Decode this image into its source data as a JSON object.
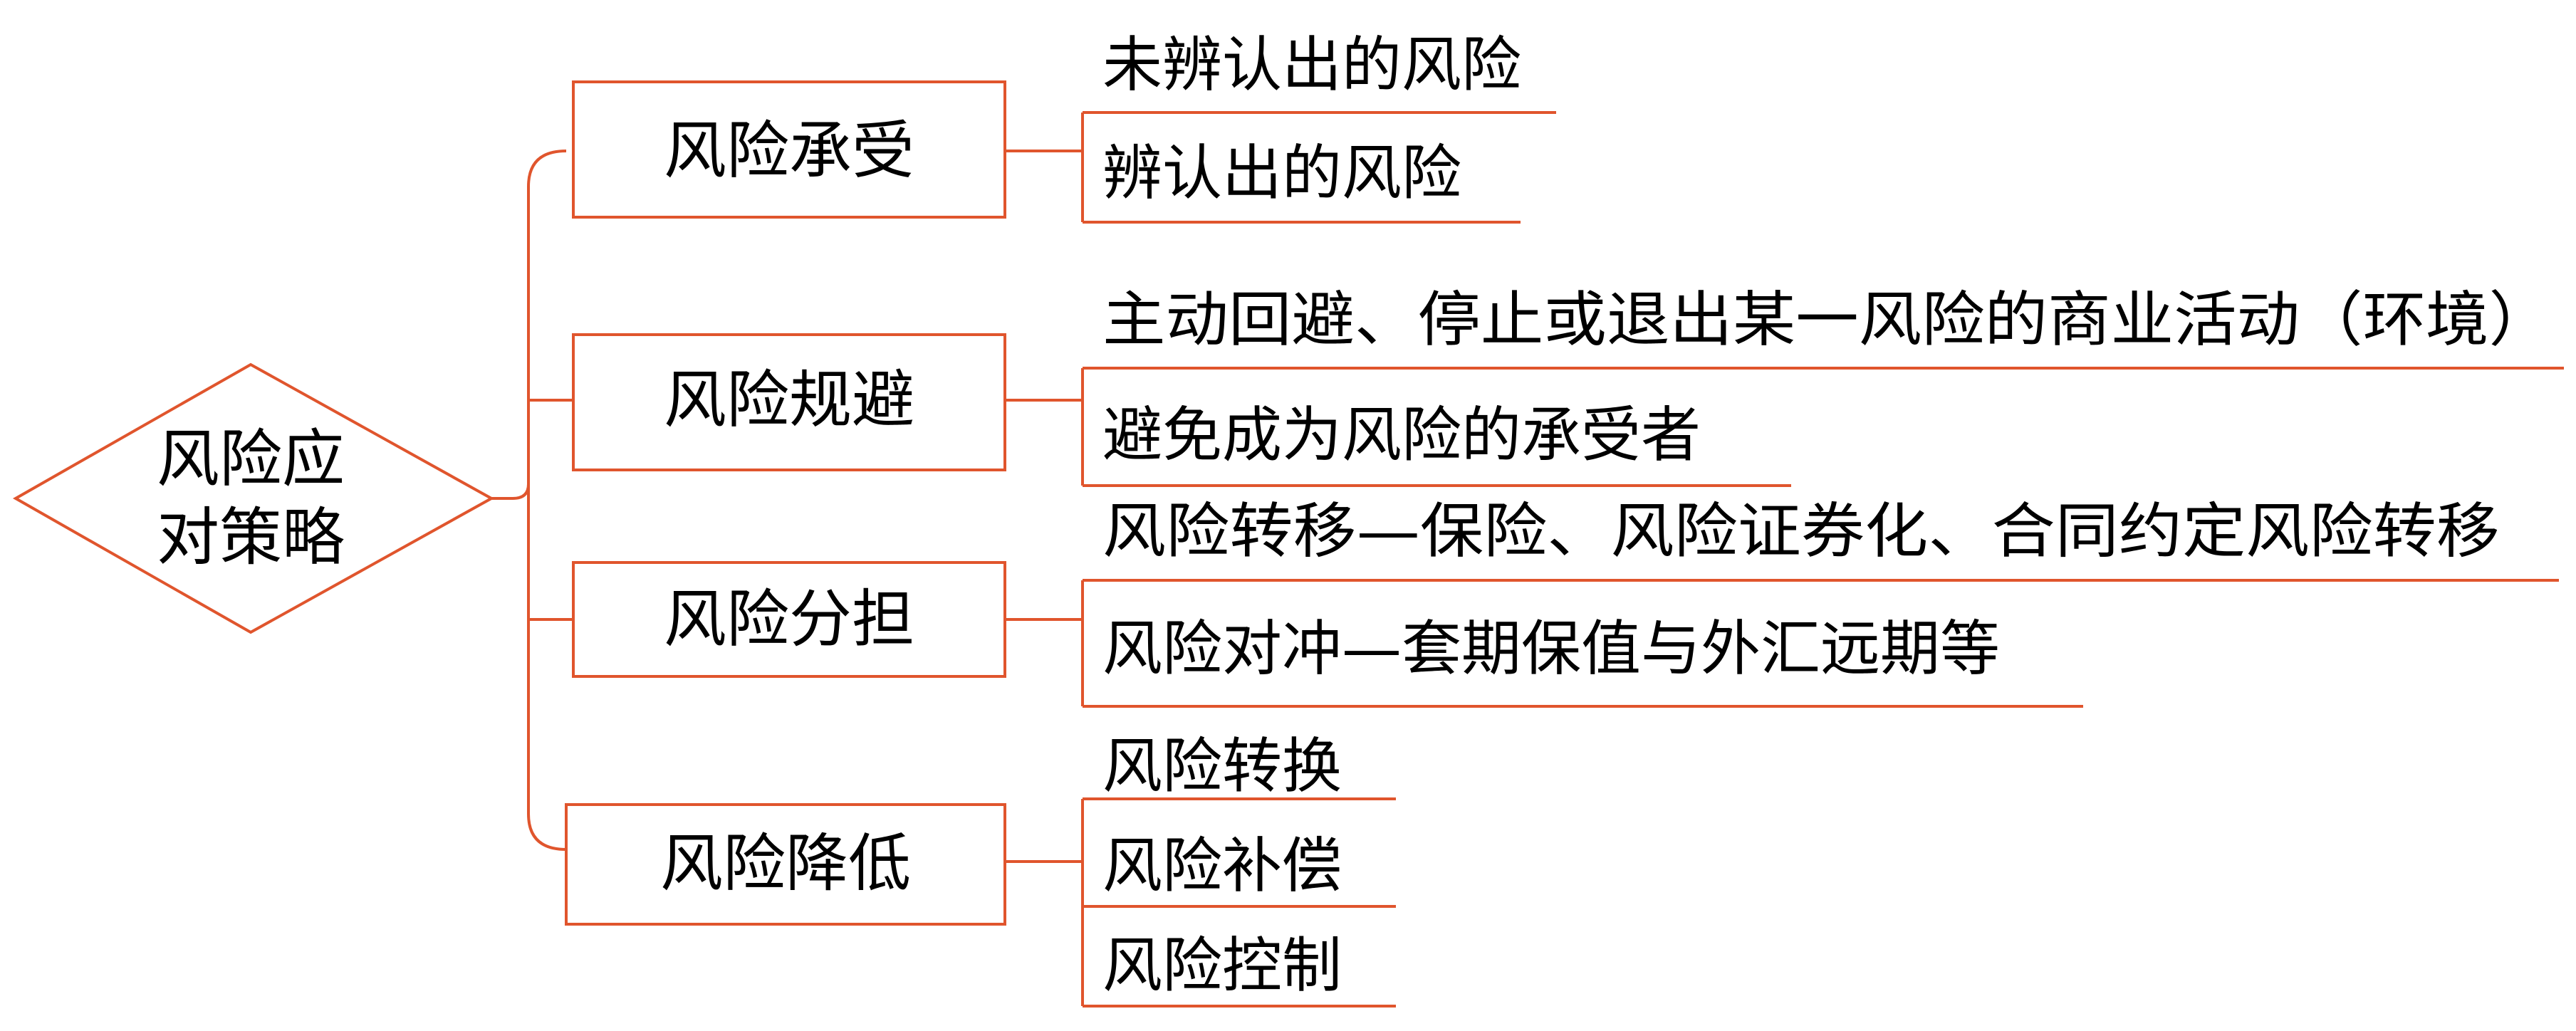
{
  "diagram": {
    "line_color": "#e0552d",
    "text_color": "#000000",
    "root": {
      "lines": [
        "风险应",
        "对策略"
      ]
    },
    "categories": [
      {
        "label": "风险承受",
        "items": [
          "未辨认出的风险",
          "辨认出的风险"
        ]
      },
      {
        "label": "风险规避",
        "items": [
          "主动回避、停止或退出某一风险的商业活动（环境）",
          "避免成为风险的承受者"
        ]
      },
      {
        "label": "风险分担",
        "items": [
          "风险转移—保险、风险证券化、合同约定风险转移",
          "风险对冲—套期保值与外汇远期等"
        ]
      },
      {
        "label": "风险降低",
        "items": [
          "风险转换",
          "风险补偿",
          "风险控制"
        ]
      }
    ]
  }
}
